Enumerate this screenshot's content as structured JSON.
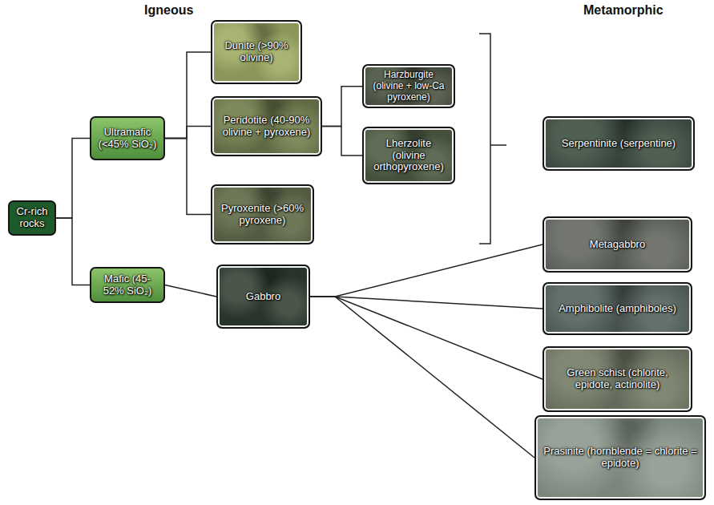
{
  "diagram": {
    "nodes": [
      {
        "text": [
          "Cr-rich rocks"
        ]
      },
      {
        "text": [
          "Ultramafic (<45% SiO₂)"
        ]
      },
      {
        "text": [
          "Mafic (45-52% SiO₂)"
        ]
      },
      {
        "text": [
          "Dunite (>90% olivine)"
        ]
      },
      {
        "text": [
          "Peridotite (40-90% olivine + pyroxene)"
        ]
      },
      {
        "text": [
          "Pyroxenite (>60% pyroxene)"
        ]
      },
      {
        "text": [
          "Gabbro"
        ]
      },
      {
        "text": [
          "Harzburgite (olivine + low-Ca pyroxene)"
        ]
      },
      {
        "text": [
          "Lherzolite (olivine orthopyroxene)"
        ]
      },
      {
        "text": [
          "Serpentinite (serpentine)"
        ]
      },
      {
        "text": [
          "Metagabbro"
        ]
      },
      {
        "text": [
          "Amphibolite (amphiboles)"
        ]
      },
      {
        "text": [
          "Green schist (chlorite, epidote, actinolite)"
        ]
      },
      {
        "text": [
          "Prasinite (hornblende = chlorite = epidote)"
        ]
      }
    ],
    "edges": [
      {
        "from": 0,
        "to": 1,
        "arrow": "none"
      },
      {
        "from": 0,
        "to": 2,
        "arrow": "none"
      },
      {
        "from": 1,
        "to": 3,
        "arrow": "none"
      },
      {
        "from": 1,
        "to": 4,
        "arrow": "none"
      },
      {
        "from": 1,
        "to": 5,
        "arrow": "none"
      },
      {
        "from": 2,
        "to": 6,
        "arrow": "none"
      },
      {
        "from": 4,
        "to": 7,
        "arrow": "none"
      },
      {
        "from": 4,
        "to": 8,
        "arrow": "none"
      },
      {
        "from": 6,
        "to": 10,
        "arrow": "none"
      },
      {
        "from": 6,
        "to": 11,
        "arrow": "none"
      },
      {
        "from": 6,
        "to": 12,
        "arrow": "none"
      },
      {
        "from": 6,
        "to": 13,
        "arrow": "none"
      }
    ],
    "labels": [
      "Igneous",
      "Metamorphic"
    ]
  }
}
